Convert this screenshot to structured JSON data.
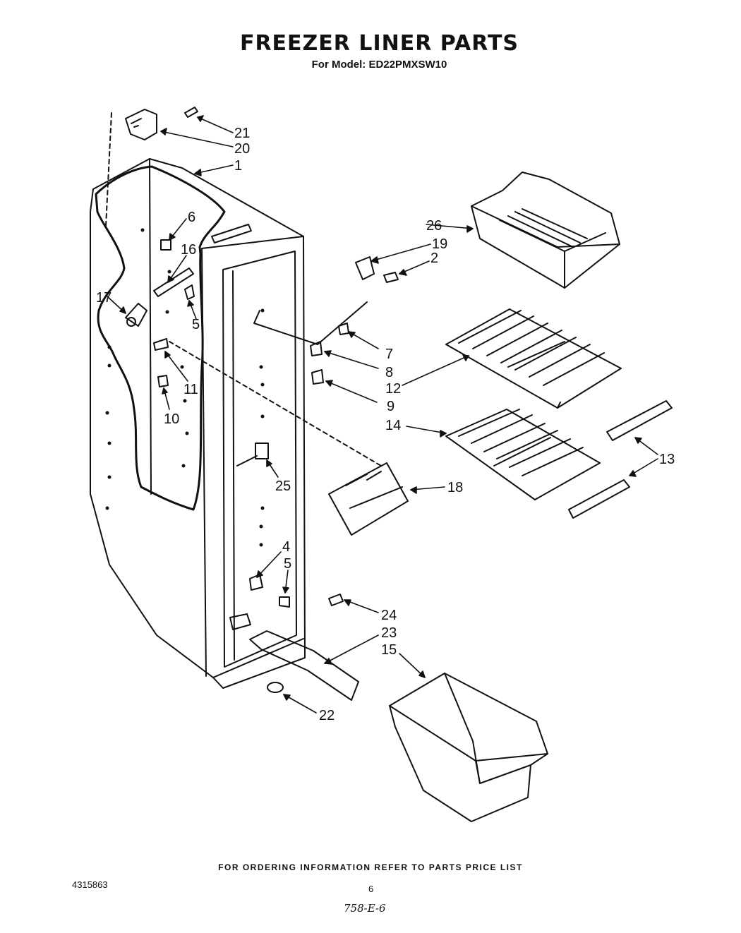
{
  "header": {
    "title": "FREEZER LINER PARTS",
    "model_line": "For Model: ED22PMXSW10"
  },
  "callouts": [
    "21",
    "20",
    "1",
    "6",
    "16",
    "17",
    "5",
    "11",
    "10",
    "26",
    "19",
    "2",
    "7",
    "8",
    "12",
    "9",
    "14",
    "13",
    "18",
    "25",
    "4",
    "5",
    "24",
    "23",
    "15",
    "22"
  ],
  "footer": {
    "ordering_note": "FOR ORDERING INFORMATION REFER TO PARTS PRICE LIST",
    "document_number": "4315863",
    "page_number": "6",
    "handwritten_code": "758-E-6"
  }
}
